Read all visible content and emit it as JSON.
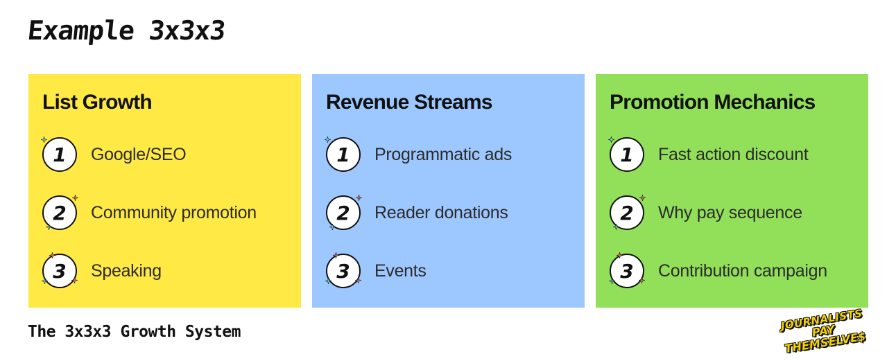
{
  "title": "Example 3x3x3",
  "colors": {
    "yellow": "#ffe945",
    "blue": "#9dc7ff",
    "green": "#92e05a",
    "spark_cyan": "#6fd6e6",
    "spark_red": "#f06a5a"
  },
  "columns": [
    {
      "heading": "List Growth",
      "color": "#ffe945",
      "items": [
        {
          "number": "1",
          "label": "Google/SEO"
        },
        {
          "number": "2",
          "label": "Community promotion"
        },
        {
          "number": "3",
          "label": "Speaking"
        }
      ]
    },
    {
      "heading": "Revenue Streams",
      "color": "#9dc7ff",
      "items": [
        {
          "number": "1",
          "label": "Programmatic ads"
        },
        {
          "number": "2",
          "label": "Reader donations"
        },
        {
          "number": "3",
          "label": "Events"
        }
      ]
    },
    {
      "heading": "Promotion Mechanics",
      "color": "#92e05a",
      "items": [
        {
          "number": "1",
          "label": "Fast action discount"
        },
        {
          "number": "2",
          "label": "Why pay sequence"
        },
        {
          "number": "3",
          "label": "Contribution campaign"
        }
      ]
    }
  ],
  "footer": "The 3x3x3 Growth System",
  "logo": {
    "line1": "JOURNALISTS",
    "line2": "PAY THEMSELVE$"
  }
}
